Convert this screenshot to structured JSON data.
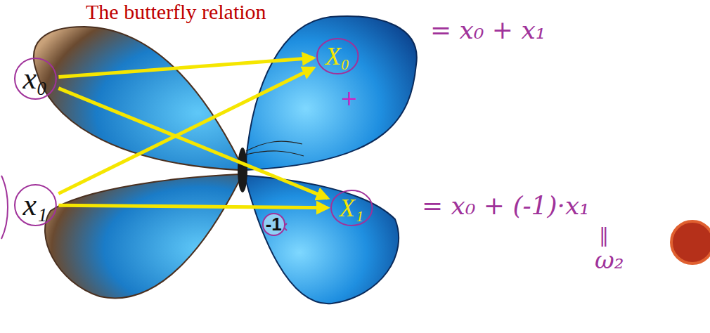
{
  "diagram": {
    "title": "The butterfly relation",
    "nodes": [
      {
        "text": [
          "x₀"
        ]
      },
      {
        "text": [
          "x₁"
        ]
      },
      {
        "text": [
          "X₀"
        ]
      },
      {
        "text": [
          "X₁"
        ]
      }
    ],
    "edges": [
      {
        "from": 0,
        "to": 2,
        "arrow": "to"
      },
      {
        "from": 0,
        "to": 3,
        "arrow": "to"
      },
      {
        "from": 1,
        "to": 2,
        "arrow": "to"
      },
      {
        "from": 1,
        "to": 3,
        "label": "-1",
        "arrow": "to"
      }
    ],
    "labels": [
      "= x₀ + x₁",
      "+",
      "= x₀ + (-1)·x₁",
      "‖",
      "ω₂"
    ]
  }
}
